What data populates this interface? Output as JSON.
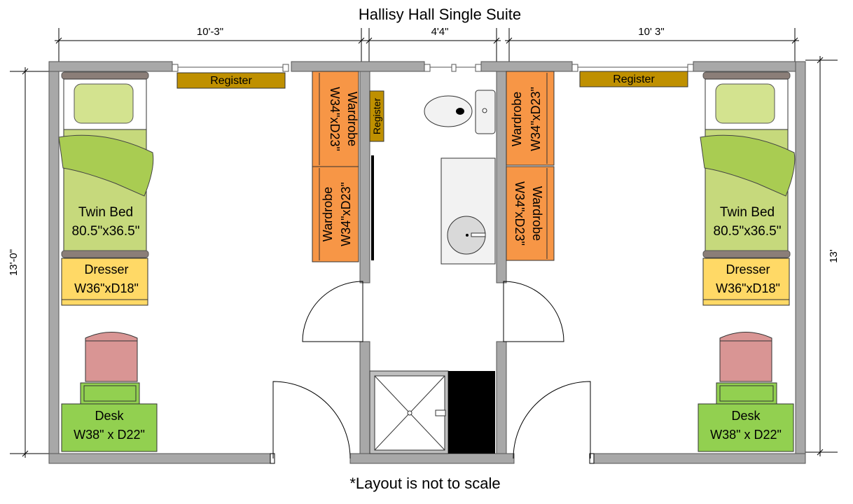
{
  "title": "Hallisy Hall Single Suite",
  "footnote": "*Layout is not to scale",
  "dimensions": {
    "left_width": "10'-3\"",
    "bath_width": "4'4\"",
    "right_width": "10' 3\"",
    "left_height": "13'-0\"",
    "right_height": "13'"
  },
  "left_room": {
    "register": "Register",
    "bed_name": "Twin Bed",
    "bed_size": "80.5\"x36.5\"",
    "dresser_name": "Dresser",
    "dresser_size": "W36\"xD18\"",
    "desk_name": "Desk",
    "desk_size": "W38\" x D22\""
  },
  "right_room": {
    "register": "Register",
    "bed_name": "Twin Bed",
    "bed_size": "80.5\"x36.5\"",
    "dresser_name": "Dresser",
    "dresser_size": "W36\"xD18\"",
    "desk_name": "Desk",
    "desk_size": "W38\" x D22\""
  },
  "wardrobes": {
    "name": "Wardrobe",
    "size": "W34\"xD23\""
  },
  "bath_register": "Register",
  "colors": {
    "wall": "#a8a8a8",
    "bed_green": "#c6d97c",
    "pillow_green": "#d3e38f",
    "headboard": "#8b7e78",
    "dresser": "#ffd966",
    "desk": "#92d050",
    "chair": "#d99594",
    "wardrobe": "#f79646",
    "register": "#bf9000"
  }
}
